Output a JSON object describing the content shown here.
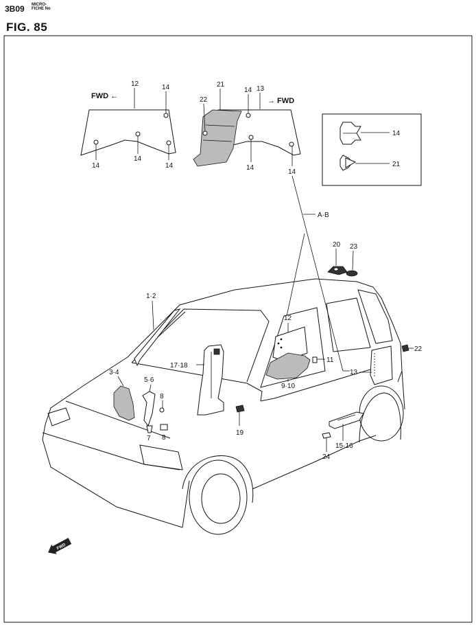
{
  "header": {
    "code": "3B09",
    "micro_line1": "MICRO-",
    "micro_line2": "FICHE No",
    "figure": "FIG.  85"
  },
  "directions": {
    "fwd_left": "FWD ←",
    "fwd_right": "→ FWD",
    "fwd_badge": "FWD"
  },
  "callouts": {
    "c12a": "12",
    "c14a": "14",
    "c14b": "14",
    "c14c": "14",
    "c14d": "14",
    "c21": "21",
    "c22a": "22",
    "c14e": "14",
    "c13a": "13",
    "c14f": "14",
    "c14g": "14",
    "ins14": "14",
    "ins21": "21",
    "ab": "A·B",
    "c20": "20",
    "c23": "23",
    "c12": "1·2",
    "c34": "3·4",
    "c56": "5·6",
    "c8a": "8",
    "c8b": "8",
    "c7": "7",
    "c1718": "17·18",
    "c19": "19",
    "c12b": "12",
    "c11": "11",
    "c910": "9·10",
    "c13b": "13",
    "c22b": "22",
    "c1516": "15·16",
    "c24": "24"
  }
}
